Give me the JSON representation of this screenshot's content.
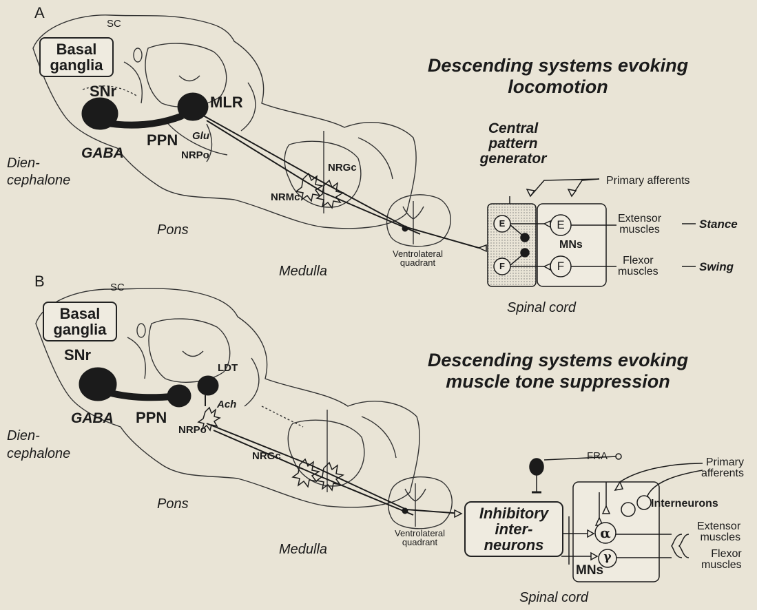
{
  "panel_a": {
    "letter": "A",
    "sc": "SC",
    "basal_ganglia": [
      "Basal",
      "ganglia"
    ],
    "snr": "SNr",
    "mlr": "MLR",
    "ppn": "PPN",
    "glu": "Glu",
    "gaba": "GABA",
    "nrpo": "NRPo",
    "diencephalone": [
      "Dien-",
      "cephalone"
    ],
    "nrgc": "NRGc",
    "nrmc": "NRMc",
    "pons": "Pons",
    "medulla": "Medulla",
    "ventrolateral_quadrant": [
      "Ventrolateral",
      "quadrant"
    ],
    "title": [
      "Descending systems evoking",
      "locomotion"
    ],
    "cpg": [
      "Central",
      "pattern",
      "generator"
    ],
    "primary_afferents": "Primary afferents",
    "extensor_muscles": [
      "Extensor",
      "muscles"
    ],
    "flexor_muscles": [
      "Flexor",
      "muscles"
    ],
    "stance": "Stance",
    "swing": "Swing",
    "mns": "MNs",
    "e": "E",
    "f": "F",
    "spinal_cord": "Spinal cord"
  },
  "panel_b": {
    "letter": "B",
    "sc": "SC",
    "basal_ganglia": [
      "Basal",
      "ganglia"
    ],
    "snr": "SNr",
    "ldt": "LDT",
    "ach": "Ach",
    "gaba": "GABA",
    "ppn": "PPN",
    "nrpo": "NRPo",
    "diencephalone": [
      "Dien-",
      "cephalone"
    ],
    "nrgc": "NRGc",
    "pons": "Pons",
    "medulla": "Medulla",
    "ventrolateral_quadrant": [
      "Ventrolateral",
      "quadrant"
    ],
    "title": [
      "Descending systems evoking",
      "muscle tone suppression"
    ],
    "fra": "FRA",
    "primary_afferents": [
      "Primary",
      "afferents"
    ],
    "interneurons": "Interneurons",
    "inhibitory_interneurons": [
      "Inhibitory",
      "inter-",
      "neurons"
    ],
    "alpha": "α",
    "gamma": "γ",
    "extensor_muscles": [
      "Extensor",
      "muscles"
    ],
    "flexor_muscles": [
      "Flexor",
      "muscles"
    ],
    "mns": "MNs",
    "spinal_cord": "Spinal cord"
  }
}
